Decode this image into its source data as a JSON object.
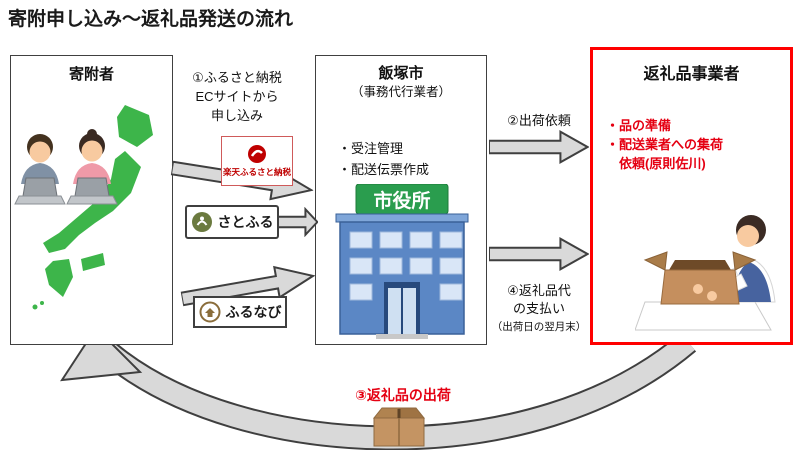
{
  "title": "寄附申し込み～返礼品発送の流れ",
  "donor": {
    "title": "寄附者"
  },
  "city": {
    "title": "飯塚市",
    "subtitle": "（事務代行業者）",
    "bullets": [
      "・受注管理",
      "・配送伝票作成"
    ],
    "sign": "市役所"
  },
  "vendor": {
    "title": "返礼品事業者",
    "bullet1": "・品の準備",
    "bullet2": "・配送業者への集荷",
    "bullet3": "依頼(原則佐川)"
  },
  "flows": {
    "step1_line1": "①ふるさと納税",
    "step1_line2": "ECサイトから",
    "step1_line3": "申し込み",
    "step2": "②出荷依頼",
    "step3": "③返礼品の出荷",
    "step4_line1": "④返礼品代",
    "step4_line2": "の支払い",
    "step4_line3": "（出荷日の翌月末）"
  },
  "logos": {
    "rakuten": "楽天ふるさと納税",
    "satofuru": "さとふる",
    "furunavi": "ふるなび"
  },
  "colors": {
    "accent_red": "#e50012",
    "vendor_border": "#ff0000",
    "arrow_fill": "#d9d9d9",
    "arrow_stroke": "#3f3f3f",
    "map_green": "#3db54a",
    "building_blue": "#5b87c5",
    "sign_green": "#2a9d4e"
  }
}
